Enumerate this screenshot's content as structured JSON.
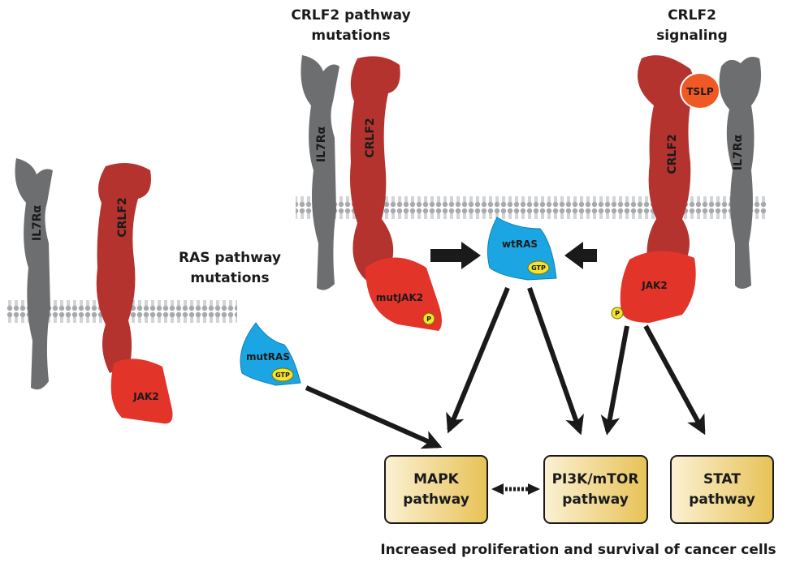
{
  "headers": {
    "ras_mutations": [
      "RAS pathway",
      "mutations"
    ],
    "crlf2_mutations": [
      "CRLF2 pathway",
      "mutations"
    ],
    "crlf2_signaling": [
      "CRLF2",
      "signaling"
    ]
  },
  "proteins": {
    "il7ra": "IL7Rα",
    "crlf2": "CRLF2",
    "jak2": "JAK2",
    "mutjak2": "mutJAK2",
    "mutras": "mutRAS",
    "wtras": "wtRAS",
    "gtp": "GTP",
    "phospho": "P",
    "tslp": "TSLP"
  },
  "pathways": [
    {
      "line1": "MAPK",
      "line2": "pathway"
    },
    {
      "line1": "PI3K/mTOR",
      "line2": "pathway"
    },
    {
      "line1": "STAT",
      "line2": "pathway"
    }
  ],
  "caption": "Increased proliferation and survival of cancer cells",
  "colors": {
    "il7ra": "#6d6e70",
    "crlf2": "#b5332e",
    "jak2": "#e3342a",
    "ras": "#1ba6e3",
    "gtp": "#f2e52b",
    "tslp": "#ef5a24",
    "pathway_box_start": "#fbf1d3",
    "pathway_box_end": "#e8c257",
    "arrow": "#1a1a1a"
  }
}
